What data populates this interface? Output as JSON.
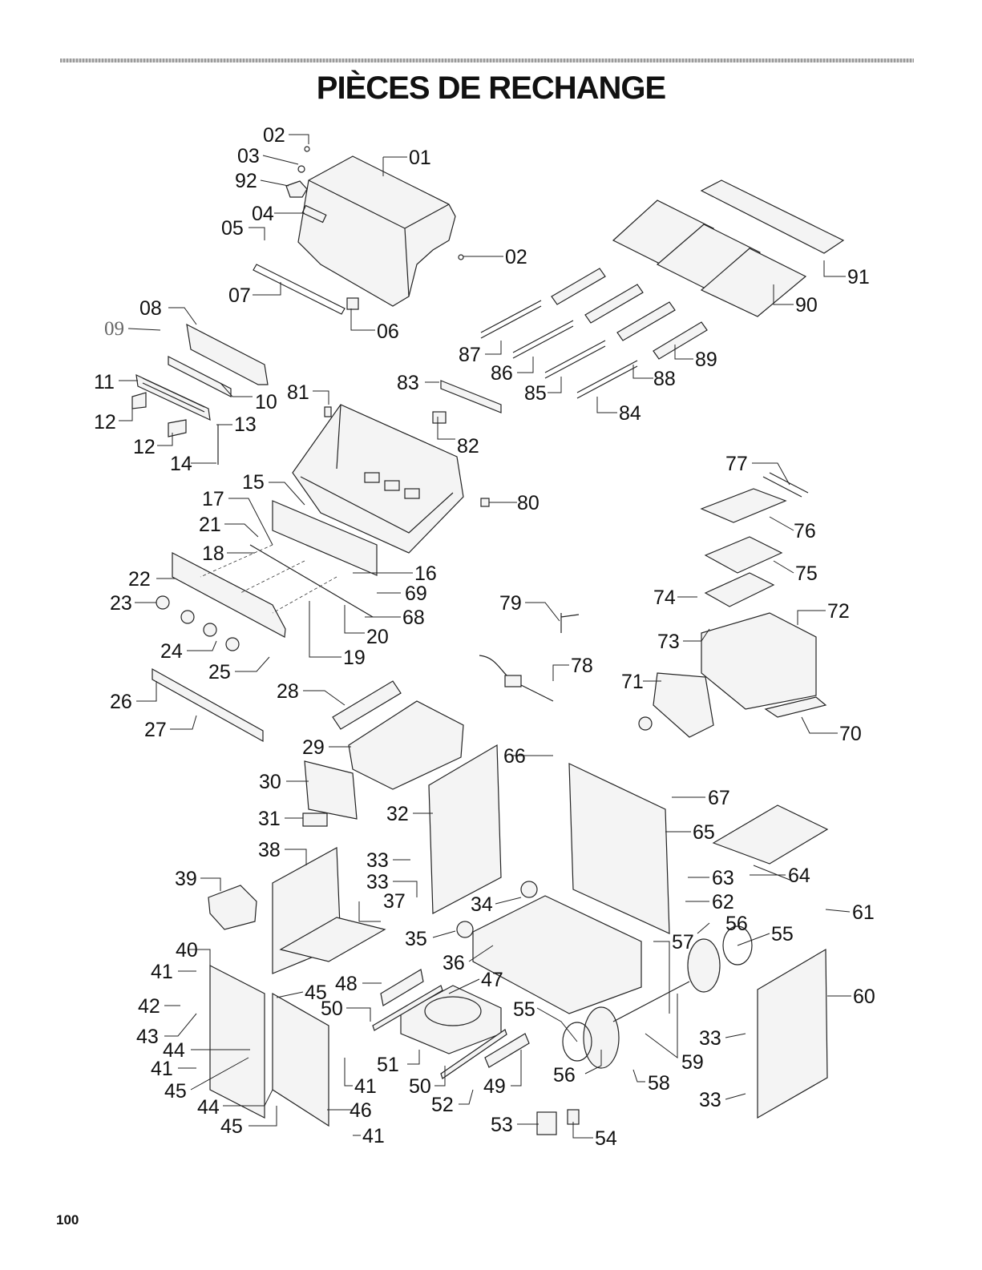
{
  "page": {
    "title": "PIÈCES DE RECHANGE",
    "page_number": "100"
  },
  "callouts": [
    "01",
    "02",
    "03",
    "04",
    "05",
    "06",
    "07",
    "08",
    "09",
    "10",
    "11",
    "12",
    "13",
    "14",
    "15",
    "16",
    "17",
    "18",
    "19",
    "20",
    "21",
    "22",
    "23",
    "24",
    "25",
    "26",
    "27",
    "28",
    "29",
    "30",
    "31",
    "32",
    "33",
    "34",
    "35",
    "36",
    "37",
    "38",
    "39",
    "40",
    "41",
    "42",
    "43",
    "44",
    "45",
    "46",
    "47",
    "48",
    "49",
    "50",
    "51",
    "52",
    "53",
    "54",
    "55",
    "56",
    "57",
    "58",
    "59",
    "60",
    "61",
    "62",
    "63",
    "64",
    "65",
    "66",
    "67",
    "68",
    "69",
    "70",
    "71",
    "72",
    "73",
    "74",
    "75",
    "76",
    "77",
    "78",
    "79",
    "80",
    "81",
    "82",
    "83",
    "84",
    "85",
    "86",
    "87",
    "88",
    "89",
    "90",
    "91",
    "92"
  ]
}
